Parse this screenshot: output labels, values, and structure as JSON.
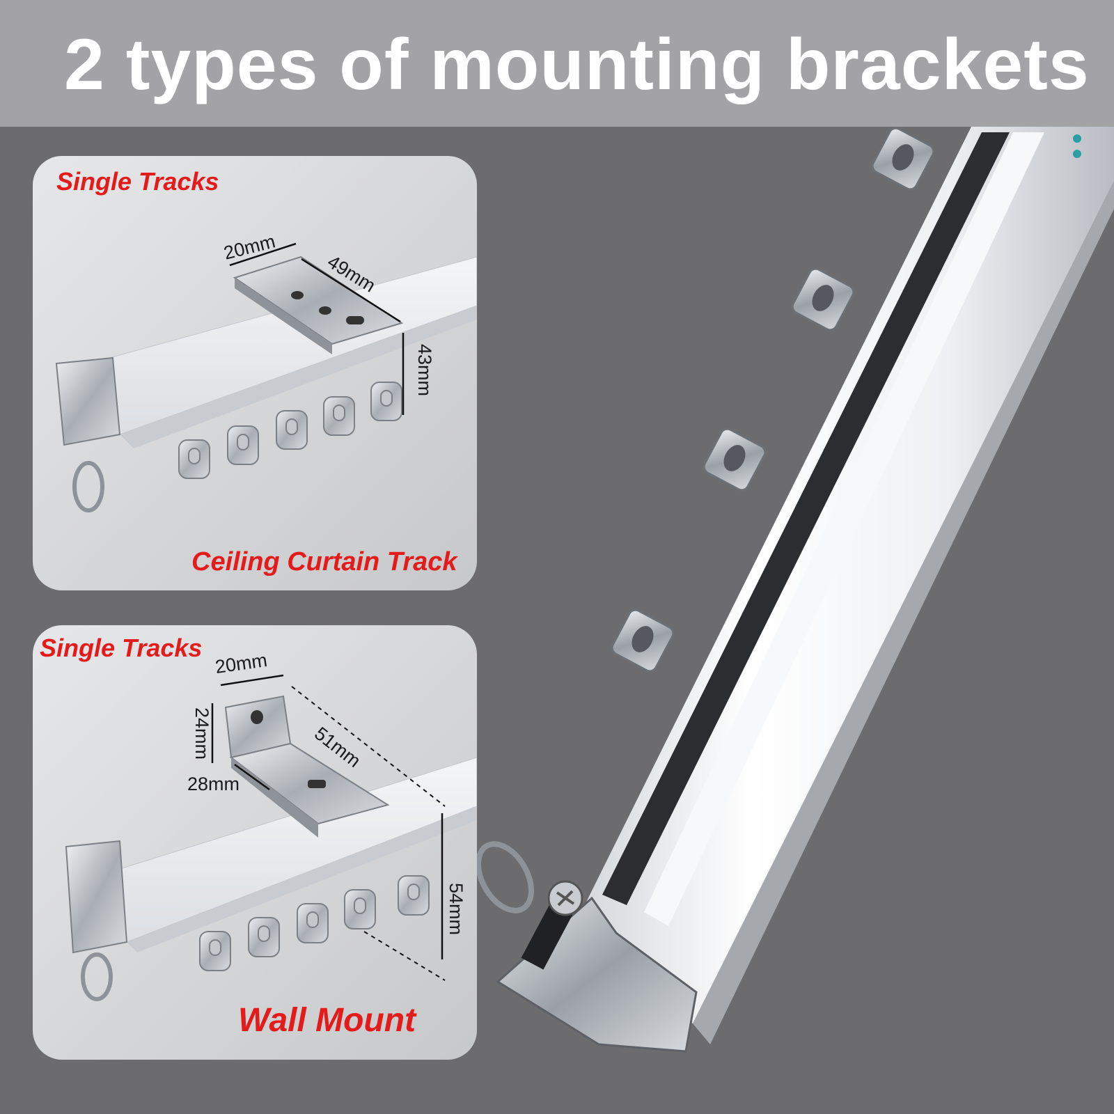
{
  "title": "2 types of mounting brackets",
  "ceiling_panel": {
    "top_label": "Single Tracks",
    "bottom_label": "Ceiling Curtain Track",
    "dimensions": {
      "width": "20mm",
      "length": "49mm",
      "height": "43mm"
    }
  },
  "wall_panel": {
    "top_label": "Single Tracks",
    "bottom_label": "Wall Mount",
    "dimensions": {
      "width": "20mm",
      "plate_height": "24mm",
      "depth": "28mm",
      "length": "51mm",
      "height": "54mm"
    }
  },
  "icons": [
    "curtain-track-icon",
    "mounting-bracket-icon",
    "glider-hook-icon",
    "end-cap-icon",
    "ring-icon"
  ],
  "colors": {
    "background": "#6c6c6e",
    "title_band": "#a3a3a5",
    "label_red": "#e41b1b",
    "accent_dots": "#2a9fa3"
  }
}
